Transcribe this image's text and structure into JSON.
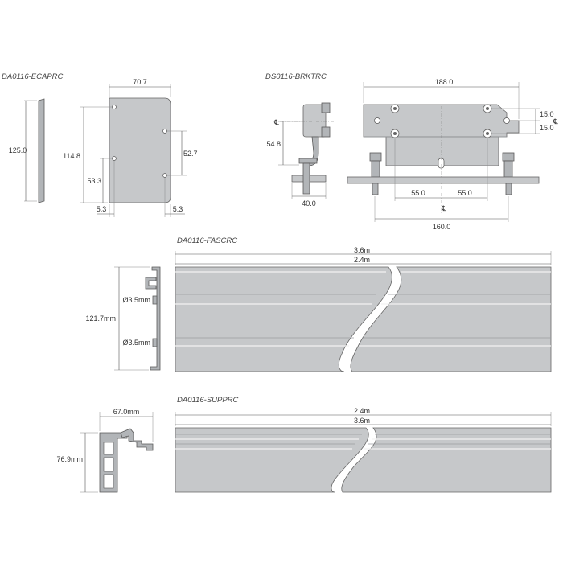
{
  "titles": {
    "endcap": "DA0116-ECAPRC",
    "bracket": "DS0116-BRKTRC",
    "fascia": "DA0116-FASCRC",
    "support": "DA0116-SUPPRC"
  },
  "endcap_dims": {
    "height": "125.0",
    "width": "70.7",
    "hole_span_left": "114.8",
    "hole_low_left": "53.3",
    "hole_span_right": "52.7",
    "edge_left": "5.3",
    "edge_right": "5.3"
  },
  "bracket_dims": {
    "side_height": "54.8",
    "side_width": "40.0",
    "overall_width": "188.0",
    "hole_top": "15.0",
    "hole_bottom": "15.0",
    "half_left": "55.0",
    "half_right": "55.0",
    "base_width": "160.0",
    "centerline_symbol": "℄"
  },
  "fascia_dims": {
    "length_long": "3.6m",
    "length_short": "2.4m",
    "height": "121.7mm",
    "hole_top": "Ø3.5mm",
    "hole_bottom": "Ø3.5mm"
  },
  "support_dims": {
    "length_short": "2.4m",
    "length_long": "3.6m",
    "width": "67.0mm",
    "height": "76.9mm"
  },
  "colors": {
    "part_fill": "#c6c8ca",
    "outline": "#666666",
    "dimension": "#555555"
  }
}
